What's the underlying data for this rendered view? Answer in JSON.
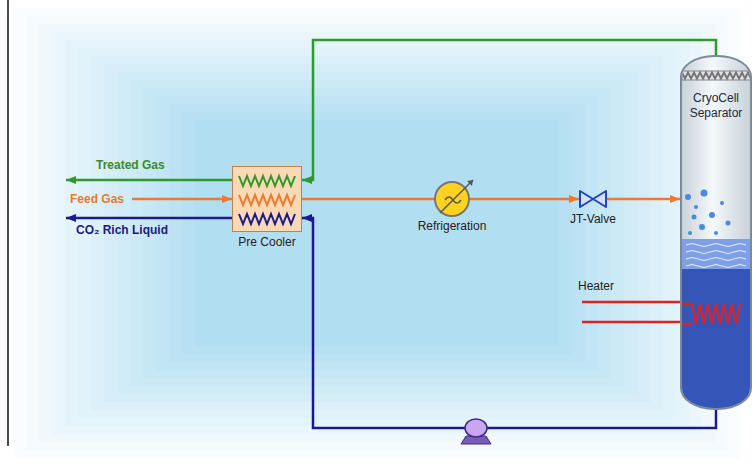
{
  "diagram": {
    "nodes": [
      {
        "text": [
          "Pre Cooler"
        ]
      },
      {
        "text": [
          "Refrigeration"
        ]
      },
      {
        "text": [
          "JT-Valve"
        ]
      },
      {
        "text": [
          "CryoCell Separator"
        ]
      }
    ],
    "edges": [
      {
        "from": 0,
        "to": 1,
        "arrow": "none"
      },
      {
        "from": 1,
        "to": 2,
        "arrow": "to"
      },
      {
        "from": 2,
        "to": 3,
        "arrow": "to"
      },
      {
        "from": 3,
        "to": 0,
        "arrow": "to"
      },
      {
        "from": 3,
        "to": 0,
        "arrow": "to"
      }
    ],
    "labels": [
      "Treated Gas",
      "Feed Gas",
      "CO₂ Rich Liquid",
      "Heater"
    ]
  }
}
